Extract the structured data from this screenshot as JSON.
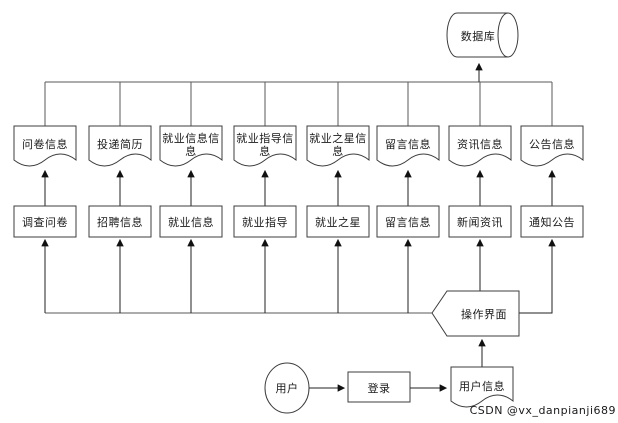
{
  "database": {
    "label": "数据库"
  },
  "operation_ui": {
    "label": "操作界面"
  },
  "user": {
    "label": "用户"
  },
  "login": {
    "label": "登录"
  },
  "user_info": {
    "label": "用户信息"
  },
  "columns": [
    {
      "doc": {
        "label": "问卷信息",
        "lines": [
          "问卷信息"
        ]
      },
      "module": {
        "label": "调查问卷"
      }
    },
    {
      "doc": {
        "label": "投递简历",
        "lines": [
          "投递简历"
        ]
      },
      "module": {
        "label": "招聘信息"
      }
    },
    {
      "doc": {
        "label": "就业信息信息",
        "lines": [
          "就业信息信",
          "息"
        ]
      },
      "module": {
        "label": "就业信息"
      }
    },
    {
      "doc": {
        "label": "就业指导信息",
        "lines": [
          "就业指导信",
          "息"
        ]
      },
      "module": {
        "label": "就业指导"
      }
    },
    {
      "doc": {
        "label": "就业之星信息",
        "lines": [
          "就业之星信",
          "息"
        ]
      },
      "module": {
        "label": "就业之星"
      }
    },
    {
      "doc": {
        "label": "留言信息",
        "lines": [
          "留言信息"
        ]
      },
      "module": {
        "label": "留言信息"
      }
    },
    {
      "doc": {
        "label": "资讯信息",
        "lines": [
          "资讯信息"
        ]
      },
      "module": {
        "label": "新闻资讯"
      }
    },
    {
      "doc": {
        "label": "公告信息",
        "lines": [
          "公告信息"
        ]
      },
      "module": {
        "label": "通知公告"
      }
    }
  ],
  "watermark": {
    "text": "CSDN @vx_danpianji689",
    "color": "#c5c5c5"
  },
  "colors": {
    "background": "#ffffff",
    "line": "#5a5a5a",
    "arrow_line": "#222222",
    "shape_border": "#3d3d3d",
    "text": "#1a1a1a",
    "watermark": "#c5c5c5"
  }
}
